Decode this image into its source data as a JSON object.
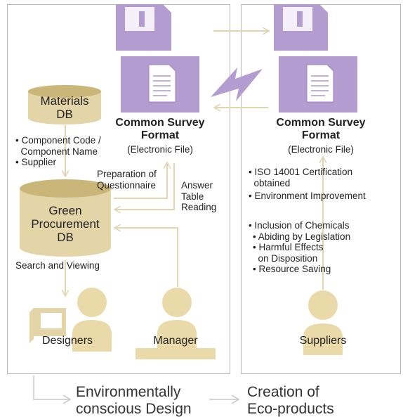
{
  "colors": {
    "purple": "#b39ccf",
    "purple_dark": "#8a6fb0",
    "tan": "#e4d5a8",
    "tan_dark": "#cbb679",
    "arrow": "#e2d5b3",
    "border": "#b7b7b7",
    "person": "#ead9a9"
  },
  "left": {
    "materials_db": {
      "line1": "Materials",
      "line2": "DB"
    },
    "materials_items": [
      "• Component Code /",
      "  Component Name",
      "• Supplier"
    ],
    "green_db": {
      "line1": "Green",
      "line2": "Procurement",
      "line3": "DB"
    },
    "prep_label": {
      "line1": "Preparation of",
      "line2": "Questionnaire"
    },
    "answer_label": {
      "line1": "Answer",
      "line2": "Table",
      "line3": "Reading"
    },
    "search_label": "Search and Viewing",
    "designers_label": "Designers",
    "manager_label": "Manager",
    "format": {
      "title1": "Common Survey",
      "title2": "Format",
      "sub": "(Electronic File)"
    }
  },
  "right": {
    "format": {
      "title1": "Common Survey",
      "title2": "Format",
      "sub": "(Electronic File)"
    },
    "items": [
      "• ISO 14001 Certification",
      "  obtained",
      "• Environment Improvement",
      "• Inclusion of Chemicals",
      "• Abiding by Legislation",
      "• Harmful Effects",
      "  on Disposition",
      "• Resource Saving"
    ],
    "suppliers_label": "Suppliers"
  },
  "bottom": {
    "left": {
      "line1": "Environmentally",
      "line2": "conscious Design"
    },
    "right": {
      "line1": "Creation of",
      "line2": "Eco-products"
    }
  },
  "icons": {
    "left_disk": "floppy-disk-icon",
    "right_disk": "floppy-disk-icon",
    "left_doc": "document-icon",
    "right_doc": "document-icon",
    "lightning": "lightning-icon",
    "designer": "person-icon",
    "manager": "person-icon",
    "supplier": "person-icon",
    "computer": "computer-icon"
  }
}
